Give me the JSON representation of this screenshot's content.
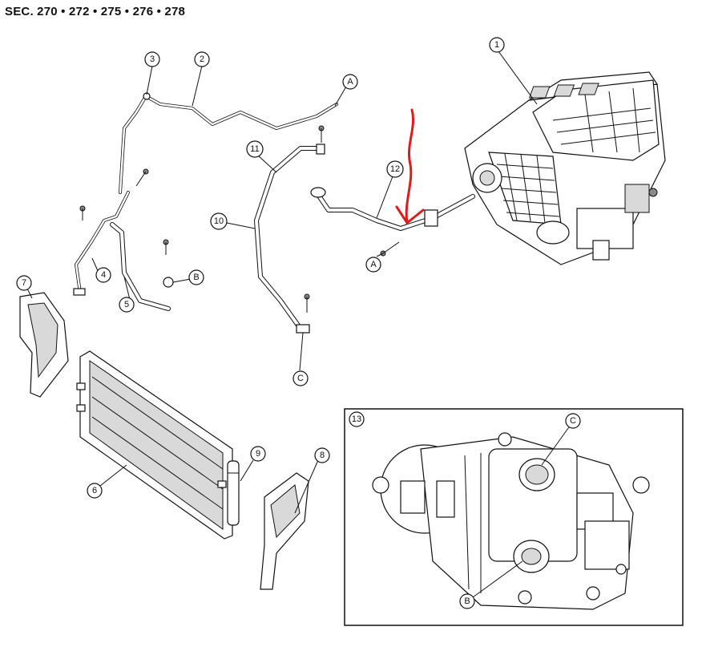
{
  "header": {
    "section_title": "SEC. 270 • 272 • 275 • 276 • 278"
  },
  "callouts": {
    "c1": "1",
    "c2": "2",
    "c3": "3",
    "c4": "4",
    "c5": "5",
    "c6": "6",
    "c7": "7",
    "c8": "8",
    "c9": "9",
    "c10": "10",
    "c11": "11",
    "c12": "12",
    "c13": "13",
    "a_top": "A",
    "a_bottom": "A",
    "b_main": "B",
    "c_main": "C",
    "c_inset": "C",
    "b_inset": "B"
  },
  "annotation": {
    "arrow_color": "#e01b1b"
  }
}
